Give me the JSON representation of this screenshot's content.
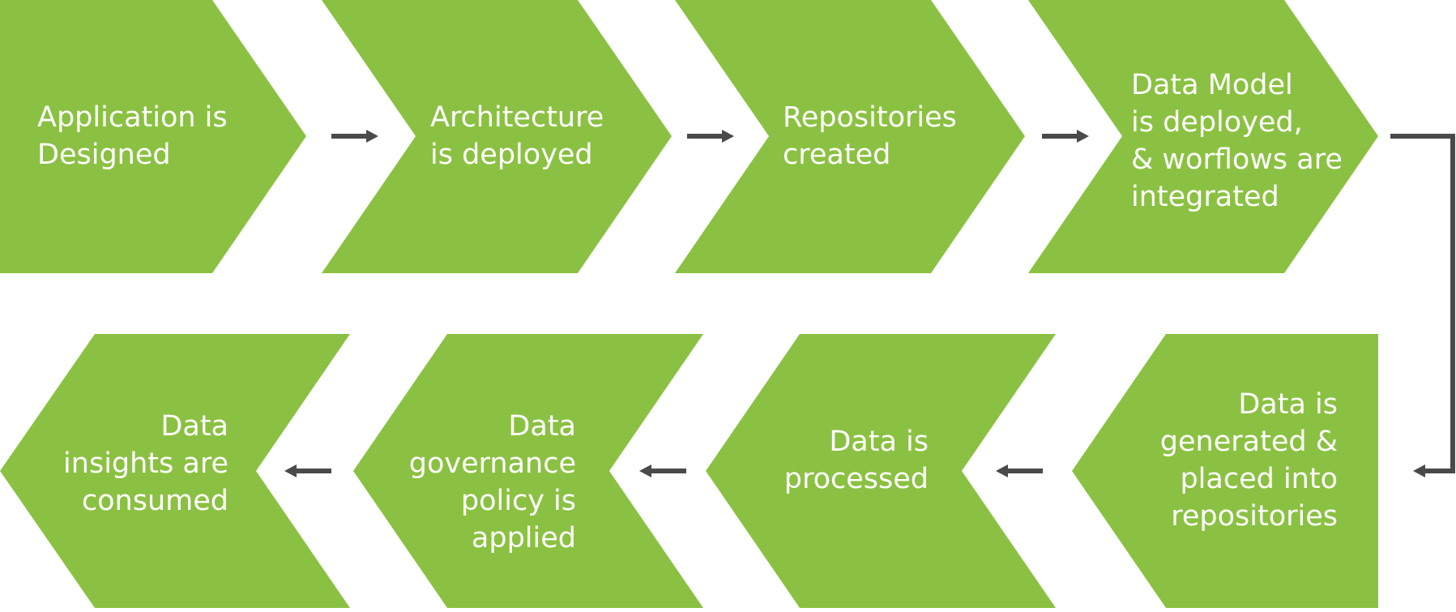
{
  "colors": {
    "shape_fill": "#8BC142",
    "arrow": "#4A4A4A",
    "text": "#FFFFFF",
    "background": "#FFFFFF"
  },
  "steps": [
    {
      "id": 1,
      "label": "Application is\nDesigned"
    },
    {
      "id": 2,
      "label": "Architecture\nis deployed"
    },
    {
      "id": 3,
      "label": "Repositories\ncreated"
    },
    {
      "id": 4,
      "label": "Data Model\nis deployed,\n& worflows are\nintegrated"
    },
    {
      "id": 5,
      "label": "Data is\ngenerated &\nplaced into\nrepositories"
    },
    {
      "id": 6,
      "label": "Data is\nprocessed"
    },
    {
      "id": 7,
      "label": "Data\ngovernance\npolicy is\napplied"
    },
    {
      "id": 8,
      "label": "Data\ninsights are\nconsumed"
    }
  ]
}
